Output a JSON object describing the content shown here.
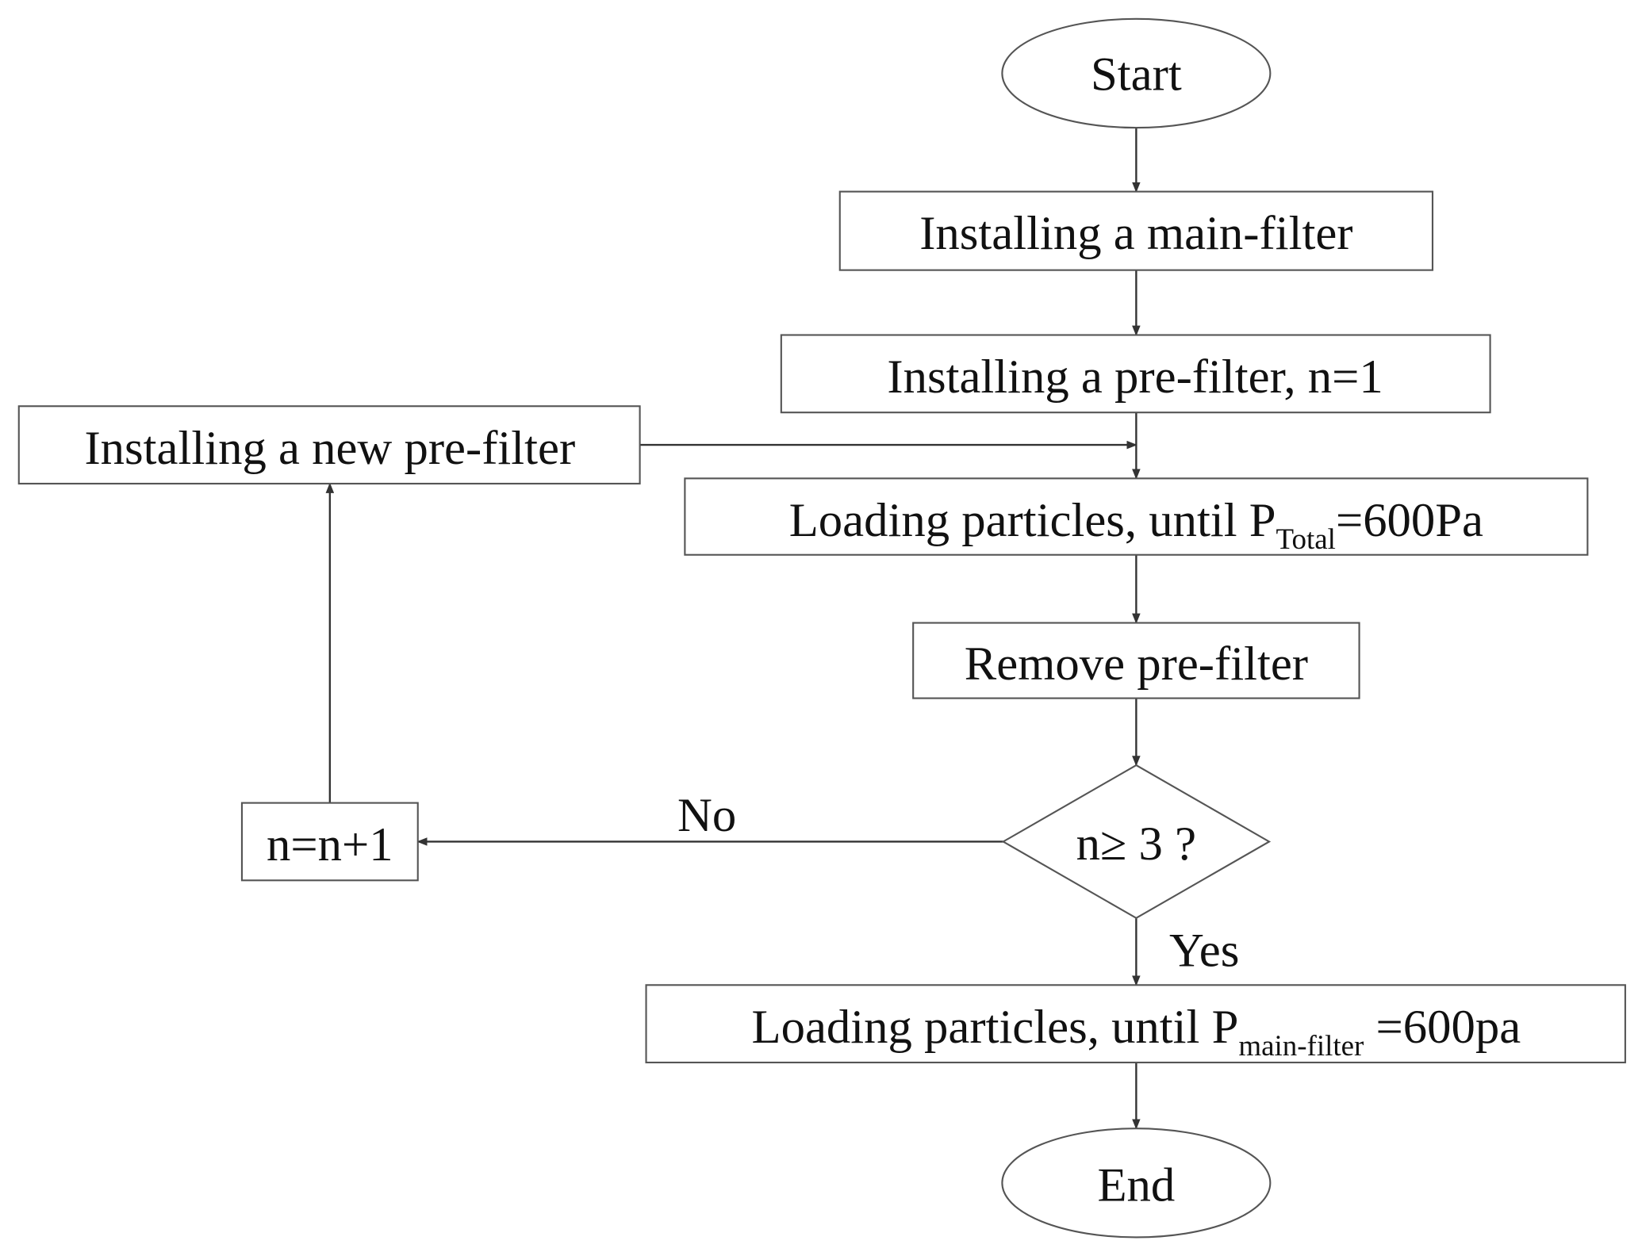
{
  "flowchart": {
    "start": "Start",
    "step1": "Installing a main-filter",
    "step2": "Installing a pre-filter, n=1",
    "new_prefilter": "Installing a new pre-filter",
    "step3": {
      "main": "Loading particles, until P",
      "sub": "Total",
      "tail": "=600Pa"
    },
    "step4": "Remove pre-filter",
    "decision": "n≥ 3 ?",
    "increment": "n=n+1",
    "no_label": "No",
    "yes_label": "Yes",
    "step5": {
      "main": "Loading particles, until P",
      "sub": "main-filter",
      "tail": " =600pa"
    },
    "end": "End"
  }
}
